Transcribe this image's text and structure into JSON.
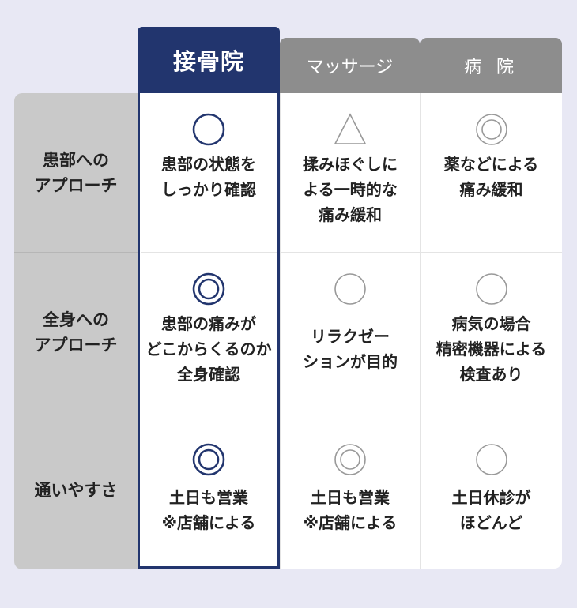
{
  "columns": {
    "bone": "接骨院",
    "massage": "マッサージ",
    "hospital": "病 院"
  },
  "rows": [
    {
      "label": "患部への\nアプローチ",
      "bone": {
        "mark": "circle",
        "text": "患部の状態を\nしっかり確認"
      },
      "massage": {
        "mark": "triangle",
        "text": "揉みほぐしに\nよる一時的な\n痛み緩和"
      },
      "hospital": {
        "mark": "double-circle",
        "text": "薬などによる\n痛み緩和"
      }
    },
    {
      "label": "全身への\nアプローチ",
      "bone": {
        "mark": "double-circle",
        "text": "患部の痛みが\nどこからくるのか\n全身確認"
      },
      "massage": {
        "mark": "circle",
        "text": "リラクゼー\nションが目的"
      },
      "hospital": {
        "mark": "circle",
        "text": "病気の場合\n精密機器による\n検査あり"
      }
    },
    {
      "label": "通いやすさ",
      "bone": {
        "mark": "double-circle",
        "text": "土日も営業\n※店舗による"
      },
      "massage": {
        "mark": "double-circle",
        "text": "土日も営業\n※店舗による"
      },
      "hospital": {
        "mark": "circle",
        "text": "土日休診が\nほどんど"
      }
    }
  ],
  "colors": {
    "bone_accent": "#22356e",
    "other_header": "#8d8d8d",
    "other_mark": "#999999",
    "row_label_bg": "#c9c9c9",
    "page_bg": "#e8e8f4"
  }
}
